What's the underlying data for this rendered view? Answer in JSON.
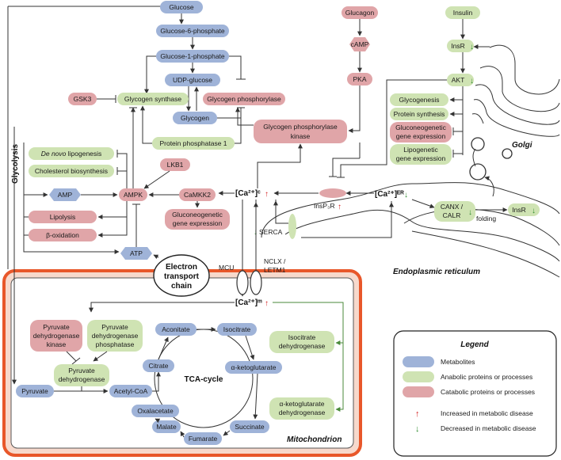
{
  "nodes": {
    "glucose": "Glucose",
    "g6p": "Glucose-6-phosphate",
    "g1p": "Glucose-1-phosphate",
    "udp_glucose": "UDP-glucose",
    "gsk3": "GSK3",
    "glycogen_synthase": "Glycogen synthase",
    "glycogen_phosphorylase": "Glycogen phosphorylase",
    "glycogen": "Glycogen",
    "protein_phosphatase_1": "Protein phosphatase 1",
    "glucagon": "Glucagon",
    "camp": "cAMP",
    "pka": "PKA",
    "gpk_1": "Glycogen phosphorylase",
    "gpk_2": "kinase",
    "insulin": "Insulin",
    "insr_top": "InsR",
    "akt": "AKT",
    "glycogenesis": "Glycogenesis",
    "protein_synthesis": "Protein synthesis",
    "gluconeo_expr_1": "Gluconeogenetic",
    "gluconeo_expr_2": "gene expression",
    "lipogenetic_1": "Lipogenetic",
    "lipogenetic_2": "gene expression",
    "de_novo_italic": "De novo",
    "de_novo_rest": " lipogenesis",
    "cholesterol": "Cholesterol biosynthesis",
    "lkb1": "LKB1",
    "amp": "AMP",
    "ampk": "AMPK",
    "camkk2": "CaMKK2",
    "gluconeo2_1": "Gluconeogenetic",
    "gluconeo2_2": "gene expression",
    "lipolysis": "Lipolysis",
    "beta_ox": "β-oxidation",
    "atp": "ATP",
    "etc_1": "Electron",
    "etc_2": "transport",
    "etc_3": "chain",
    "ca_c": "[Ca²⁺]ᶜ",
    "ca_er": "[Ca²⁺]ᴱᴿ",
    "ca_m": "[Ca²⁺]ᵐ",
    "insp3r": "InsP₃R",
    "serca": "SERCA",
    "canx_1": "CANX /",
    "canx_2": "CALR",
    "folding": "folding",
    "insr_er": "InsR",
    "mcu": "MCU",
    "nclx_1": "NCLX /",
    "nclx_2": "LETM1",
    "golgi": "Golgi",
    "er": "Endoplasmic reticulum",
    "glycolysis": "Glycolysis",
    "pdk_1": "Pyruvate",
    "pdk_2": "dehydrogenase",
    "pdk_3": "kinase",
    "pdp_1": "Pyruvate",
    "pdp_2": "dehydrogenase",
    "pdp_3": "phosphatase",
    "pdh_1": "Pyruvate",
    "pdh_2": "dehydrogenase",
    "pyruvate": "Pyruvate",
    "acetyl_coa": "Acetyl-CoA",
    "citrate": "Citrate",
    "aconitate": "Aconitate",
    "isocitrate": "Isocitrate",
    "akg": "α-ketoglutarate",
    "succinate": "Succinate",
    "fumarate": "Fumarate",
    "malate": "Malate",
    "oxalacetate": "Oxalacetate",
    "tca": "TCA-cycle",
    "icdh_1": "Isocitrate",
    "icdh_2": "dehydrogenase",
    "akgdh_1": "α-ketoglutarate",
    "akgdh_2": "dehydrogenase",
    "mito": "Mitochondrion"
  },
  "legend": {
    "title": "Legend",
    "metabolites": "Metabolites",
    "anabolic": "Anabolic proteins or processes",
    "catabolic": "Catabolic proteins or processes",
    "increased": "Increased in metabolic disease",
    "decreased": "Decreased in metabolic disease"
  },
  "colors": {
    "metabolite": "#9fb3d8",
    "anabolic": "#cfe3b3",
    "catabolic": "#e0a5a8",
    "mito_border": "#e8572a",
    "increased_arrow": "#d42020",
    "decreased_arrow": "#2e8b2e"
  }
}
